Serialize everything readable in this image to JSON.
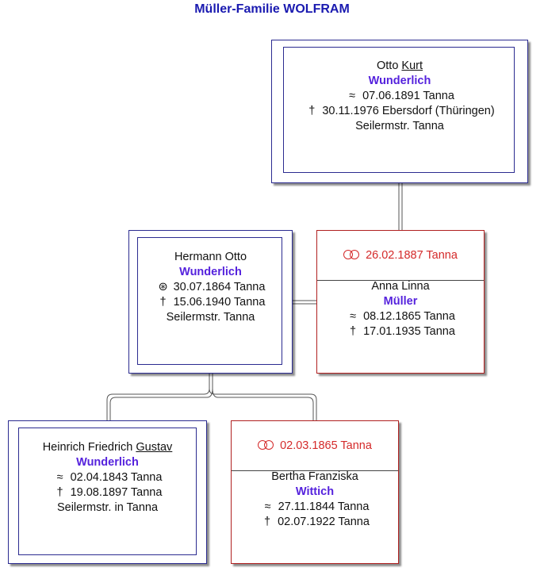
{
  "title": "Müller-Familie WOLFRAM",
  "persons": {
    "otto": {
      "given_plain": "Otto ",
      "given_underlined": "Kurt",
      "surname": "Wunderlich",
      "baptism_symbol": "≈",
      "baptism": "07.06.1891 Tanna",
      "death_symbol": "†",
      "death": "30.11.1976 Ebersdorf (Thüringen)",
      "occupation": "Seilermstr. Tanna"
    },
    "hermann": {
      "given": "Hermann Otto",
      "surname": "Wunderlich",
      "birth_symbol": "⊛",
      "birth": "30.07.1864 Tanna",
      "death_symbol": "†",
      "death": "15.06.1940 Tanna",
      "occupation": "Seilermstr. Tanna"
    },
    "anna": {
      "marriage": "26.02.1887 Tanna",
      "given": "Anna Linna",
      "surname": "Müller",
      "baptism_symbol": "≈",
      "baptism": "08.12.1865 Tanna",
      "death_symbol": "†",
      "death": "17.01.1935 Tanna"
    },
    "heinrich": {
      "given_plain": "Heinrich Friedrich ",
      "given_underlined": "Gustav",
      "surname": "Wunderlich",
      "baptism_symbol": "≈",
      "baptism": "02.04.1843 Tanna",
      "death_symbol": "†",
      "death": "19.08.1897 Tanna",
      "occupation": "Seilermstr. in Tanna"
    },
    "bertha": {
      "marriage": "02.03.1865 Tanna",
      "given": "Bertha Franziska",
      "surname": "Wittich",
      "baptism_symbol": "≈",
      "baptism": "27.11.1844 Tanna",
      "death_symbol": "†",
      "death": "02.07.1922 Tanna"
    }
  },
  "colors": {
    "title": "#1a1ab0",
    "surname": "#5522dd",
    "marriage": "#d42a2a",
    "male_border": "#2b2b90",
    "female_border": "#b02020"
  }
}
